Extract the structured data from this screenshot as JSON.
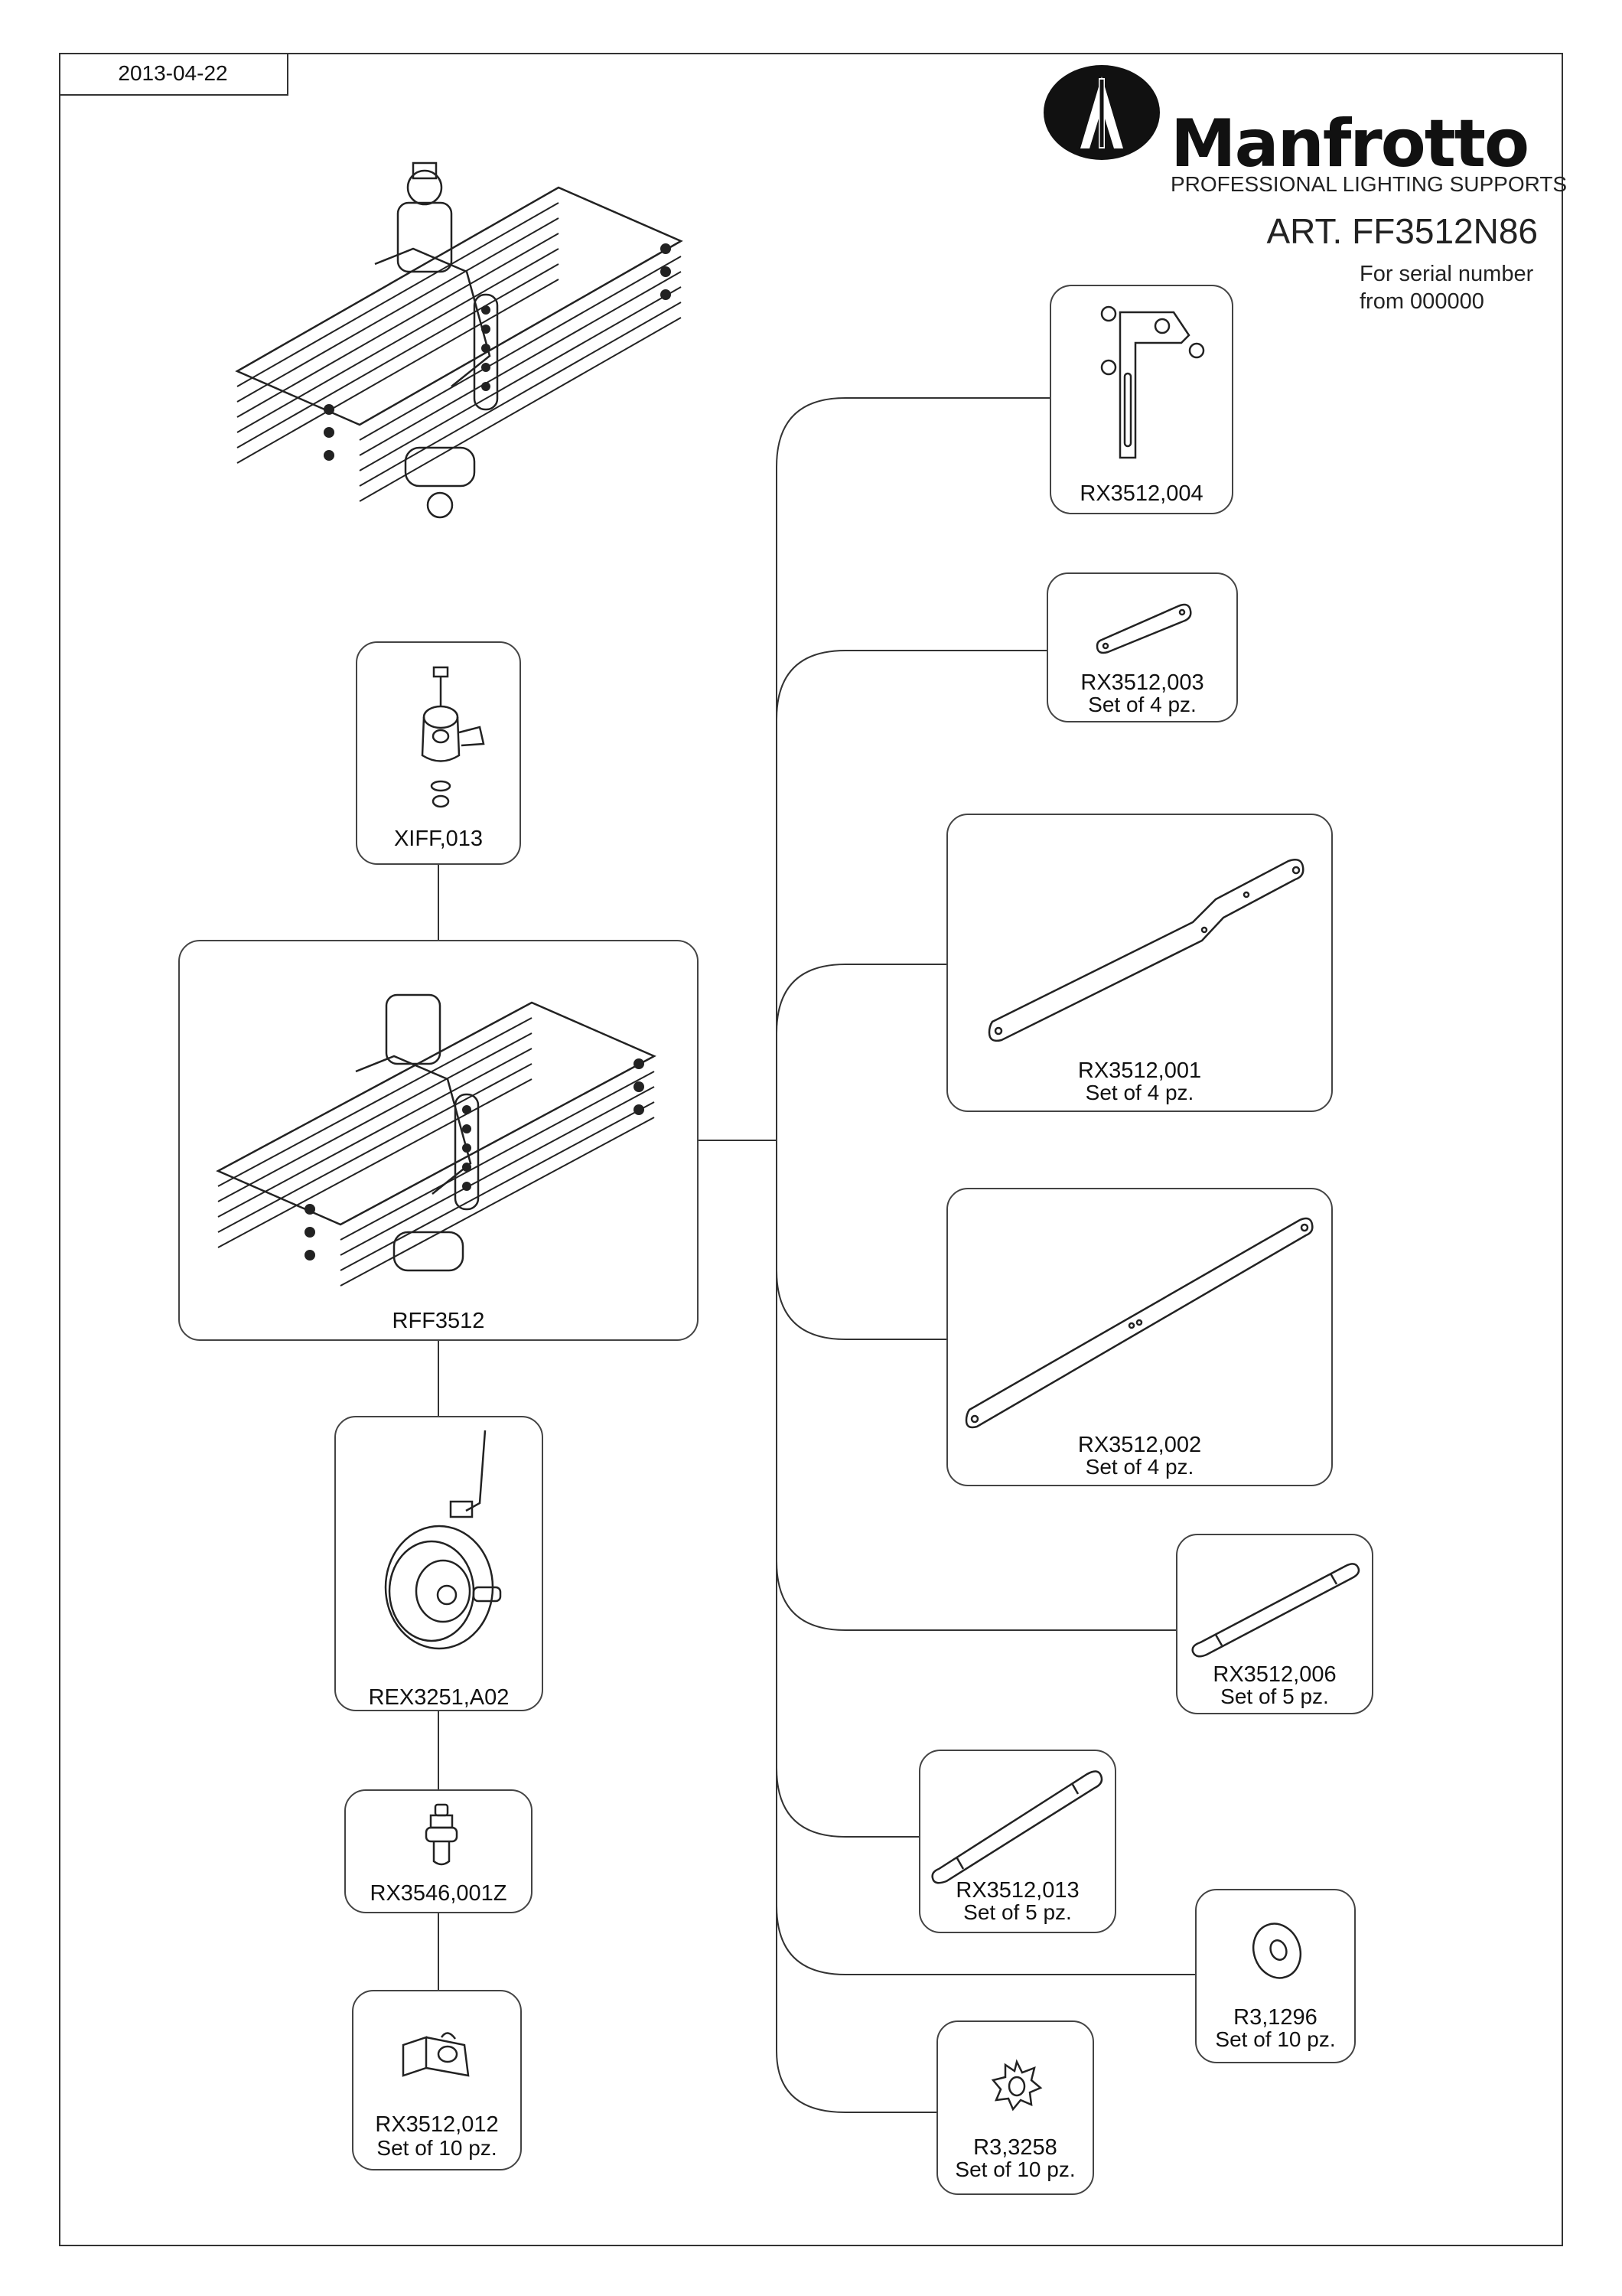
{
  "header": {
    "date": "2013-04-22",
    "brand": "Manfrotto",
    "tagline": "PROFESSIONAL LIGHTING SUPPORTS",
    "article": "ART. FF3512N86",
    "serial_line1": "For serial number",
    "serial_line2": "from 000000"
  },
  "parts": [
    {
      "id": "XIFF,013",
      "qty": ""
    },
    {
      "id": "RFF3512",
      "qty": ""
    },
    {
      "id": "REX3251,A02",
      "qty": ""
    },
    {
      "id": "RX3546,001Z",
      "qty": ""
    },
    {
      "id": "RX3512,012",
      "qty": "Set of  10 pz."
    },
    {
      "id": "RX3512,004",
      "qty": ""
    },
    {
      "id": "RX3512,003",
      "qty": "Set of  4 pz."
    },
    {
      "id": "RX3512,001",
      "qty": "Set of  4 pz."
    },
    {
      "id": "RX3512,002",
      "qty": "Set of  4 pz."
    },
    {
      "id": "RX3512,006",
      "qty": "Set of  5 pz."
    },
    {
      "id": "RX3512,013",
      "qty": "Set of  5 pz."
    },
    {
      "id": "R3,1296",
      "qty": "Set of  10 pz."
    },
    {
      "id": "R3,3258",
      "qty": "Set of  10 pz."
    }
  ],
  "colors": {
    "line": "#333333",
    "paper": "#ffffff"
  }
}
